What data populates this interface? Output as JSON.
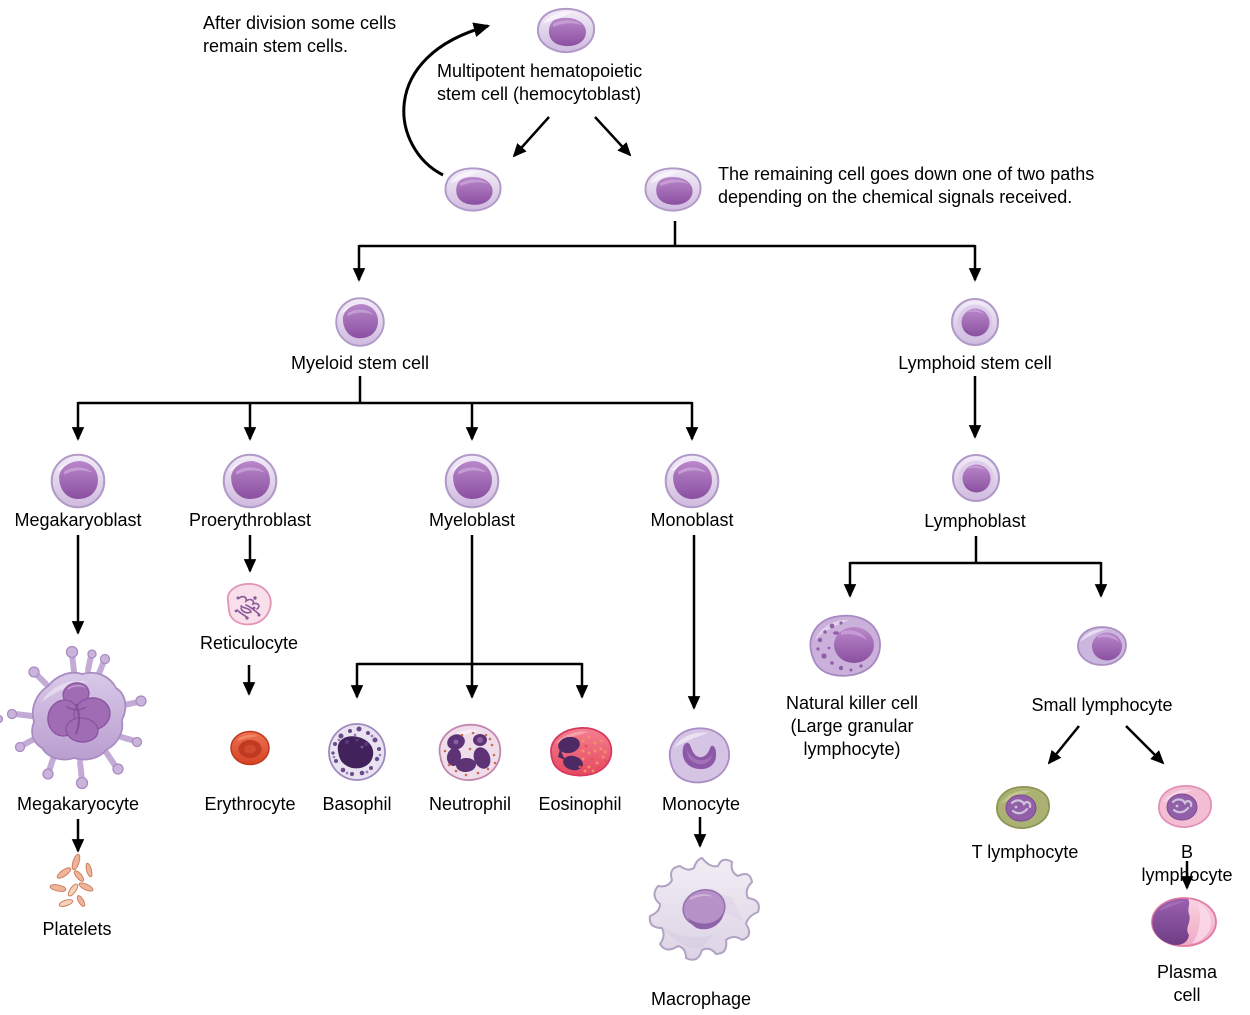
{
  "annotations": {
    "self_renewal": "After division some cells\nremain stem cells.",
    "two_paths": "The remaining cell goes down one of two paths\ndepending on the chemical signals received."
  },
  "nodes": {
    "hemocytoblast": {
      "label": "Multipotent hematopoietic\nstem cell (hemocytoblast)"
    },
    "myeloid_stem": {
      "label": "Myeloid stem cell"
    },
    "lymphoid_stem": {
      "label": "Lymphoid stem cell"
    },
    "megakaryoblast": {
      "label": "Megakaryoblast"
    },
    "proerythroblast": {
      "label": "Proerythroblast"
    },
    "myeloblast": {
      "label": "Myeloblast"
    },
    "monoblast": {
      "label": "Monoblast"
    },
    "lymphoblast": {
      "label": "Lymphoblast"
    },
    "megakaryocyte": {
      "label": "Megakaryocyte"
    },
    "platelets": {
      "label": "Platelets"
    },
    "reticulocyte": {
      "label": "Reticulocyte"
    },
    "erythrocyte": {
      "label": "Erythrocyte"
    },
    "basophil": {
      "label": "Basophil"
    },
    "neutrophil": {
      "label": "Neutrophil"
    },
    "eosinophil": {
      "label": "Eosinophil"
    },
    "monocyte": {
      "label": "Monocyte"
    },
    "macrophage": {
      "label": "Macrophage"
    },
    "nk_cell": {
      "label": "Natural killer cell\n(Large granular\nlymphocyte)"
    },
    "small_lymphocyte": {
      "label": "Small lymphocyte"
    },
    "t_lymphocyte": {
      "label": "T lymphocyte"
    },
    "b_lymphocyte": {
      "label": "B lymphocyte"
    },
    "plasma_cell": {
      "label": "Plasma cell"
    }
  },
  "edges": [
    {
      "from": "hemocytoblast",
      "to": "hemocytoblast",
      "type": "self_renewal"
    },
    {
      "from": "hemocytoblast",
      "to": "myeloid_stem"
    },
    {
      "from": "hemocytoblast",
      "to": "lymphoid_stem"
    },
    {
      "from": "myeloid_stem",
      "to": "megakaryoblast"
    },
    {
      "from": "myeloid_stem",
      "to": "proerythroblast"
    },
    {
      "from": "myeloid_stem",
      "to": "myeloblast"
    },
    {
      "from": "myeloid_stem",
      "to": "monoblast"
    },
    {
      "from": "megakaryoblast",
      "to": "megakaryocyte"
    },
    {
      "from": "megakaryocyte",
      "to": "platelets"
    },
    {
      "from": "proerythroblast",
      "to": "reticulocyte"
    },
    {
      "from": "reticulocyte",
      "to": "erythrocyte"
    },
    {
      "from": "myeloblast",
      "to": "basophil"
    },
    {
      "from": "myeloblast",
      "to": "neutrophil"
    },
    {
      "from": "myeloblast",
      "to": "eosinophil"
    },
    {
      "from": "monoblast",
      "to": "monocyte"
    },
    {
      "from": "monocyte",
      "to": "macrophage"
    },
    {
      "from": "lymphoid_stem",
      "to": "lymphoblast"
    },
    {
      "from": "lymphoblast",
      "to": "nk_cell"
    },
    {
      "from": "lymphoblast",
      "to": "small_lymphocyte"
    },
    {
      "from": "small_lymphocyte",
      "to": "t_lymphocyte"
    },
    {
      "from": "small_lymphocyte",
      "to": "b_lymphocyte"
    },
    {
      "from": "b_lymphocyte",
      "to": "plasma_cell"
    }
  ],
  "palette": {
    "background": "#ffffff",
    "line": "#000000",
    "cell_body_lavender": "#d8c7e6",
    "nucleus_purple": "#9a60ac",
    "erythrocyte_red": "#dc4f34",
    "eosinophil_pink": "#ee5f77",
    "basophil_granule": "#45245e",
    "t_cell_green": "#aab173",
    "b_cell_pink": "#f4bed2",
    "plasma_nucleus": "#7c4496",
    "platelet_salmon": "#efb59b",
    "macrophage_pale": "#eae5ef"
  }
}
